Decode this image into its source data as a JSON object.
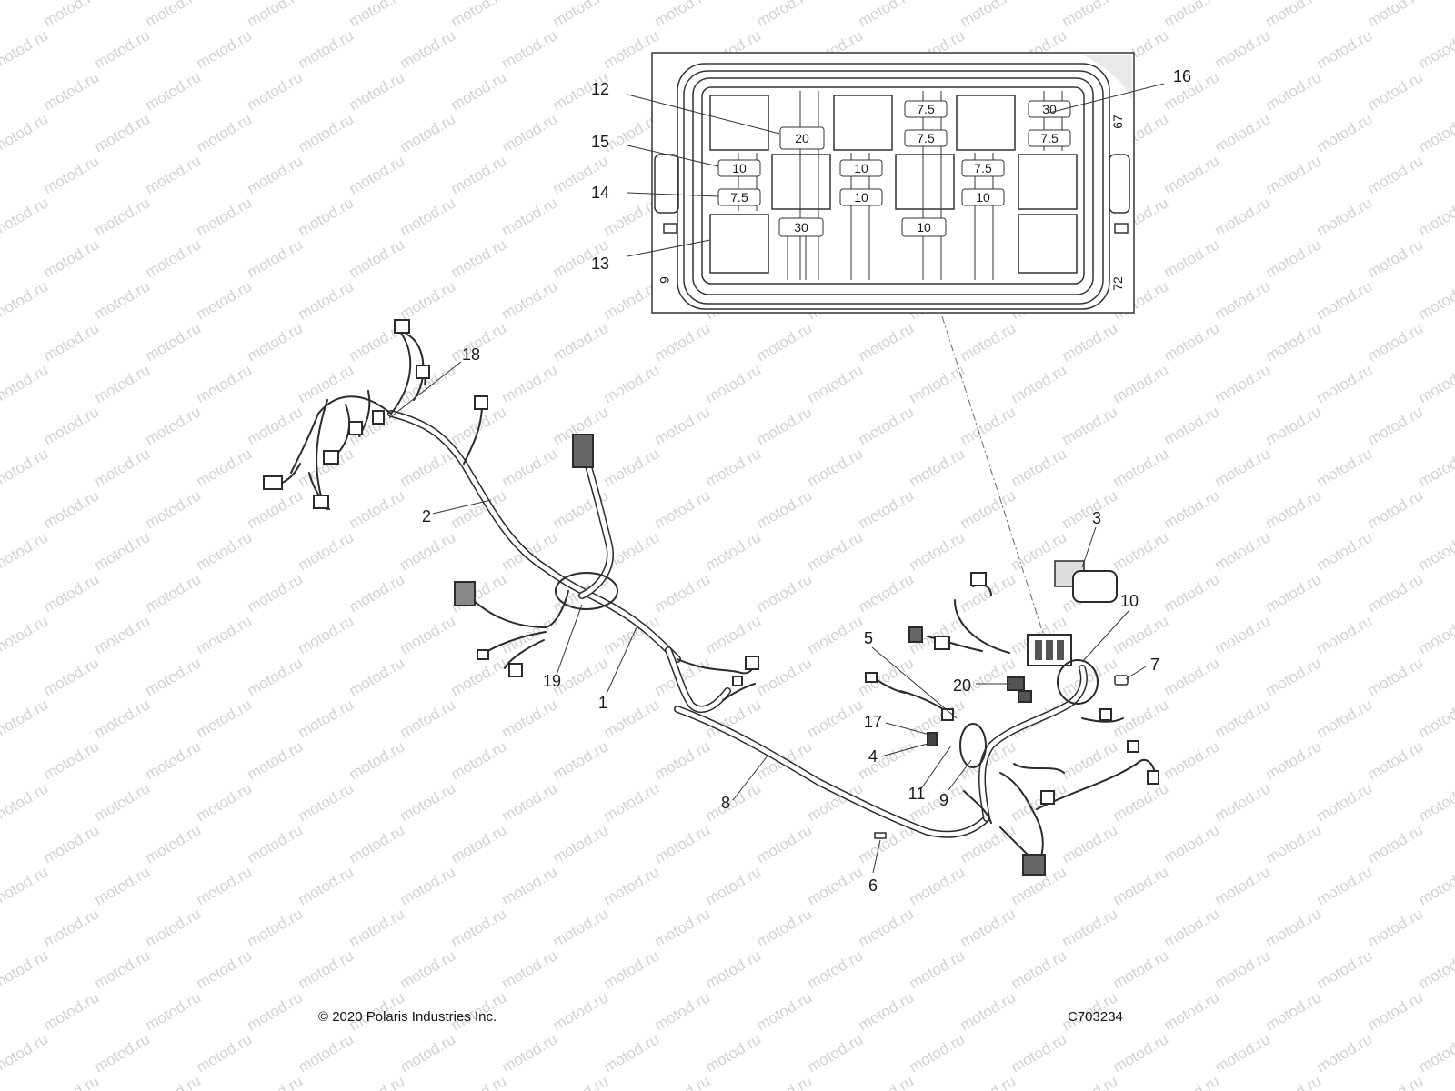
{
  "watermark": "motod.ru",
  "fuse_box": {
    "fuses": [
      {
        "value": "7.5"
      },
      {
        "value": "7.5"
      },
      {
        "value": "30"
      },
      {
        "value": "7.5"
      },
      {
        "value": "20"
      },
      {
        "value": "10"
      },
      {
        "value": "7.5"
      },
      {
        "value": "10"
      },
      {
        "value": "10"
      },
      {
        "value": "7.5"
      },
      {
        "value": "10"
      },
      {
        "value": "30"
      },
      {
        "value": "10"
      }
    ],
    "pin_labels": [
      "67",
      "72",
      "6"
    ]
  },
  "callouts": [
    "1",
    "2",
    "3",
    "4",
    "5",
    "6",
    "7",
    "8",
    "9",
    "10",
    "11",
    "12",
    "13",
    "14",
    "15",
    "16",
    "17",
    "18",
    "19",
    "20"
  ],
  "footer": {
    "copyright": "© 2020 Polaris Industries Inc.",
    "diagram_id": "C703234"
  }
}
